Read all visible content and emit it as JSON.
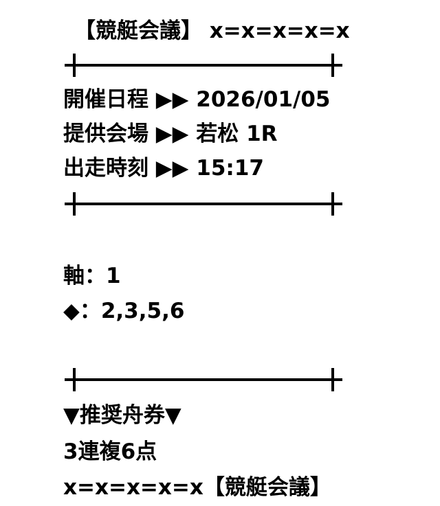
{
  "header": {
    "text": "【競艇会議】 x=x=x=x=x"
  },
  "info": [
    {
      "label": "開催日程",
      "arrow": "▶▶",
      "value": "2026/01/05"
    },
    {
      "label": "提供会場",
      "arrow": "▶▶",
      "value": "若松 1R"
    },
    {
      "label": "出走時刻",
      "arrow": "▶▶",
      "value": "15:17"
    }
  ],
  "picks": {
    "axis": "軸：1",
    "partners": "◆：2,3,5,6"
  },
  "recommendation": {
    "title": "▼推奨舟券▼",
    "bet": "3連複6点"
  },
  "footer": {
    "text": "x=x=x=x=x【競艇会議】"
  }
}
